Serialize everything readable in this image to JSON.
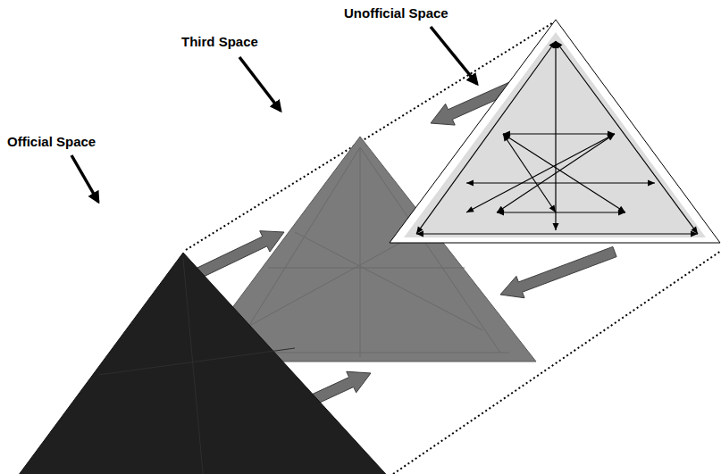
{
  "diagram": {
    "nodes": [
      {
        "text": [
          "Official Space"
        ]
      },
      {
        "text": [
          "Third Space"
        ]
      },
      {
        "text": [
          "Unofficial Space"
        ]
      }
    ],
    "edges": [
      {
        "from": 0,
        "to": 1,
        "arrow": "to"
      },
      {
        "from": 0,
        "to": 1,
        "arrow": "to"
      },
      {
        "from": 2,
        "to": 1,
        "arrow": "to"
      },
      {
        "from": 2,
        "to": 1,
        "arrow": "to"
      }
    ]
  }
}
